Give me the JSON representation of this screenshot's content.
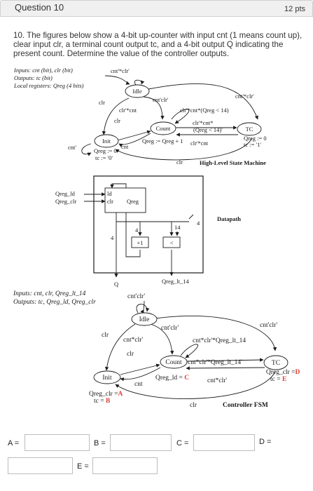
{
  "question": {
    "title": "Question 10",
    "points": "12 pts",
    "text": "10. The figures below show a 4-bit up-counter with input cnt (1 means count up), clear input clr, a terminal count output tc, and a 4-bit output Q indicating the present count. Determine the value of the controller outputs."
  },
  "hlsm": {
    "inputs": "Inputs: cnt (bit), clr (bit)",
    "outputs": "Outputs: tc (bit)",
    "locals": "Local registers: Qreg (4 bits)",
    "states": {
      "idle": "Idle",
      "init": "Init",
      "count": "Count",
      "tc": "TC"
    },
    "init_actions": [
      "Qreg := 0",
      "tc := '0'"
    ],
    "count_action": "Qreg := Qreg + 1",
    "tc_actions": [
      "Qreg := 0",
      "tc := '1'"
    ],
    "labels": {
      "top": "cnt'*clr'",
      "idle_loop": "cnt'clr'",
      "idle_to_init": "clr",
      "idle_to_count": "clr'*cnt",
      "count_loop": "clr'*cnt*(Qreg < 14)",
      "tc_to_idle": "cnt'*clr'",
      "count_to_tc_a": "clr'*cnt*",
      "count_to_tc_b": "(Qreg < 14)'",
      "tc_to_count": "clr'*cnt",
      "count_to_init": "clr",
      "init_to_count": "cnt",
      "init_loop": "cnt'",
      "tc_to_init": "clr"
    },
    "caption": "High-Level State Machine"
  },
  "datapath": {
    "inputs": [
      "Qreg_ld",
      "Qreg_clr"
    ],
    "reg_ports": [
      "ld",
      "clr"
    ],
    "reg_name": "Qreg",
    "adder": "+1",
    "comparator": "<",
    "const_value": "14",
    "bus_width": "4",
    "output_q": "Q",
    "output_lt": "Qreg_lt_14",
    "caption": "Datapath"
  },
  "fsm": {
    "inputs": "Inputs: cnt, clr, Qreg_lt_14",
    "outputs": "Outputs: tc, Qreg_ld, Qreg_clr",
    "states": {
      "idle": "Idle",
      "init": "Init",
      "count": "Count",
      "tc": "TC"
    },
    "init_actions": [
      "Qreg_clr =",
      "tc ="
    ],
    "init_vars": [
      "A",
      "B"
    ],
    "count_action": "Qreg_ld =",
    "count_var": "C",
    "tc_actions": [
      "Qreg_clr =",
      "tc ="
    ],
    "tc_vars": [
      "D",
      "E"
    ],
    "labels": {
      "top": "cnt'clr'",
      "idle_loop": "cnt'clr'",
      "idle_to_init": "clr",
      "idle_to_count": "cnt*clr'",
      "count_loop": "cnt*clr'*Qreg_lt_14",
      "tc_to_idle": "cnt'clr'",
      "count_to_tc": "cnt*clr'*Qreg_lt_14'",
      "tc_to_count": "cnt*clr'",
      "count_to_init": "clr",
      "init_to_count": "cnt",
      "tc_to_init": "clr"
    },
    "caption": "Controller FSM"
  },
  "answers": [
    {
      "label": "A =",
      "value": ""
    },
    {
      "label": "B =",
      "value": ""
    },
    {
      "label": "C =",
      "value": ""
    },
    {
      "label": "D =",
      "value": ""
    },
    {
      "label": "E =",
      "value": ""
    }
  ],
  "colors": {
    "highlight": "#e53935",
    "line": "#1a1a1a",
    "header_bg": "#f0f0f0"
  }
}
